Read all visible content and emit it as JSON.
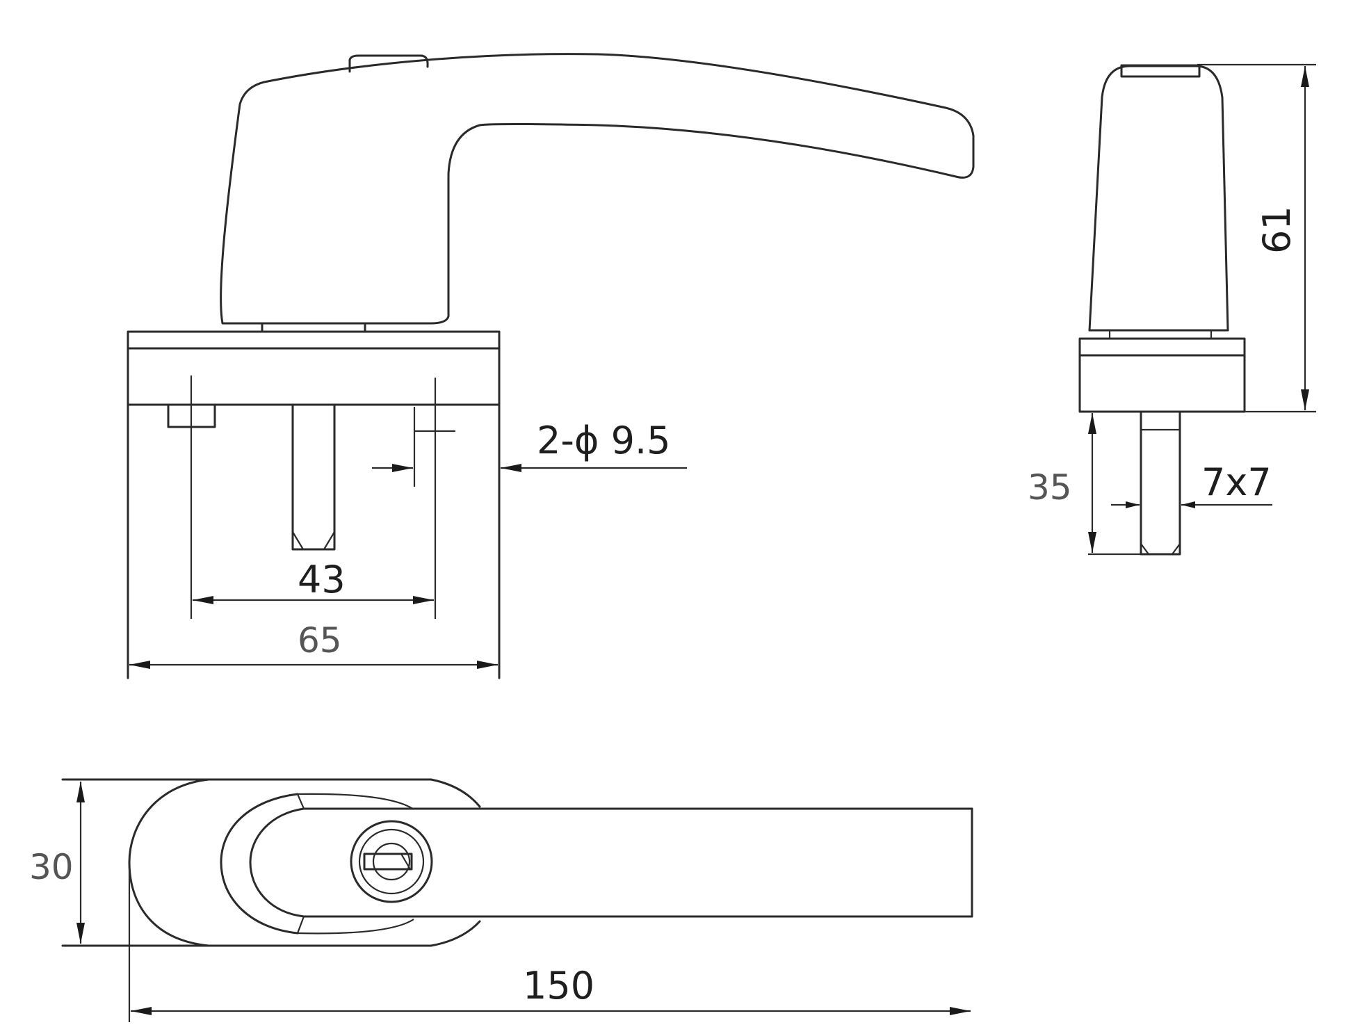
{
  "drawing": {
    "subject": "Window handle technical drawing",
    "views": [
      {
        "name": "front-view",
        "dimensions": {
          "mounting_hole_spacing": "43",
          "base_width": "65",
          "holes": "2-ϕ 9.5"
        }
      },
      {
        "name": "side-view",
        "dimensions": {
          "height": "61",
          "spindle_length": "35",
          "spindle_section": "7x7"
        }
      },
      {
        "name": "top-view",
        "dimensions": {
          "base_depth": "30",
          "overall_length": "150"
        }
      }
    ]
  },
  "labels": {
    "holes": "2-ϕ 9.5",
    "spacing": "43",
    "base_width": "65",
    "height": "61",
    "spindle_length": "35",
    "spindle_section": "7x7",
    "base_depth": "30",
    "overall_length": "150"
  },
  "colors": {
    "line": "#2a2a2a",
    "background": "#ffffff"
  }
}
